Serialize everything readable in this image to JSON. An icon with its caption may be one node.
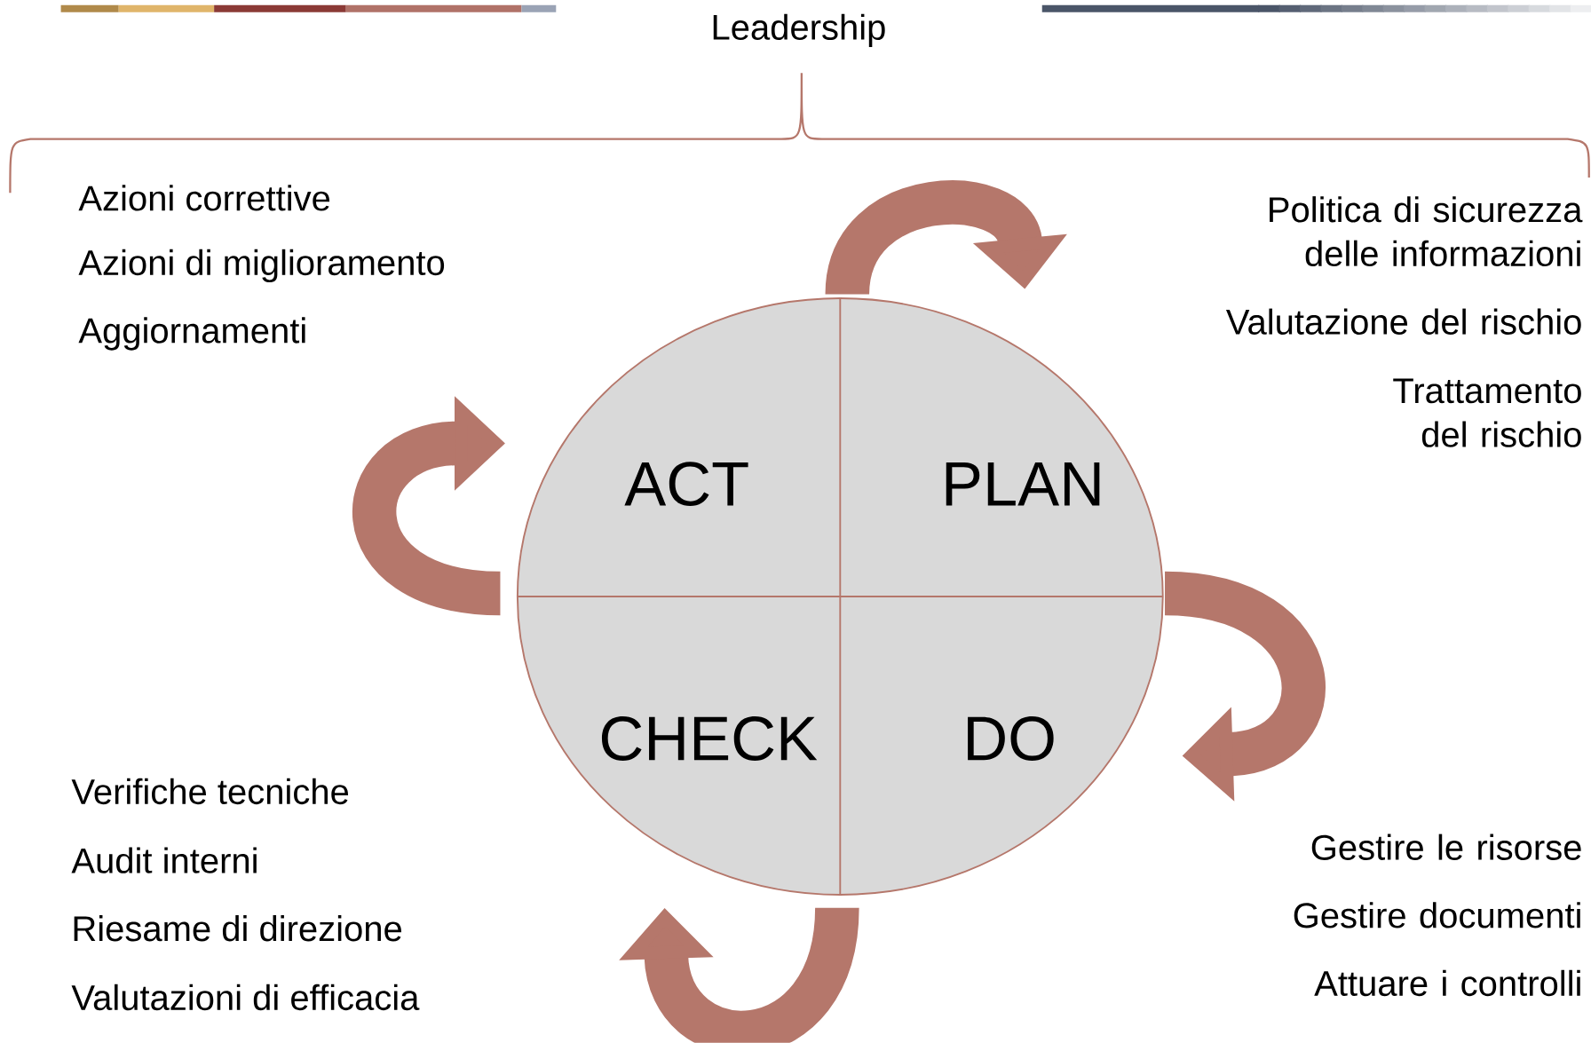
{
  "diagram": {
    "nodes": [
      {
        "text": [
          "ACT"
        ]
      },
      {
        "text": [
          "PLAN"
        ]
      },
      {
        "text": [
          "CHECK"
        ]
      },
      {
        "text": [
          "DO"
        ]
      }
    ],
    "edges": [
      {
        "from": 0,
        "to": 1,
        "arrow": "to"
      },
      {
        "from": 1,
        "to": 3,
        "arrow": "to"
      },
      {
        "from": 3,
        "to": 2,
        "arrow": "to"
      },
      {
        "from": 2,
        "to": 0,
        "arrow": "to"
      }
    ],
    "labels": [
      "Leadership",
      "Azioni correttive",
      "Azioni di miglioramento",
      "Aggiornamenti",
      "Politica di sicurezza delle informazioni",
      "Valutazione del rischio",
      "Trattamento del rischio",
      "Verifiche tecniche",
      "Audit interni",
      "Riesame di direzione",
      "Valutazioni di efficacia",
      "Gestire le risorse",
      "Gestire documenti",
      "Attuare i controlli"
    ]
  }
}
